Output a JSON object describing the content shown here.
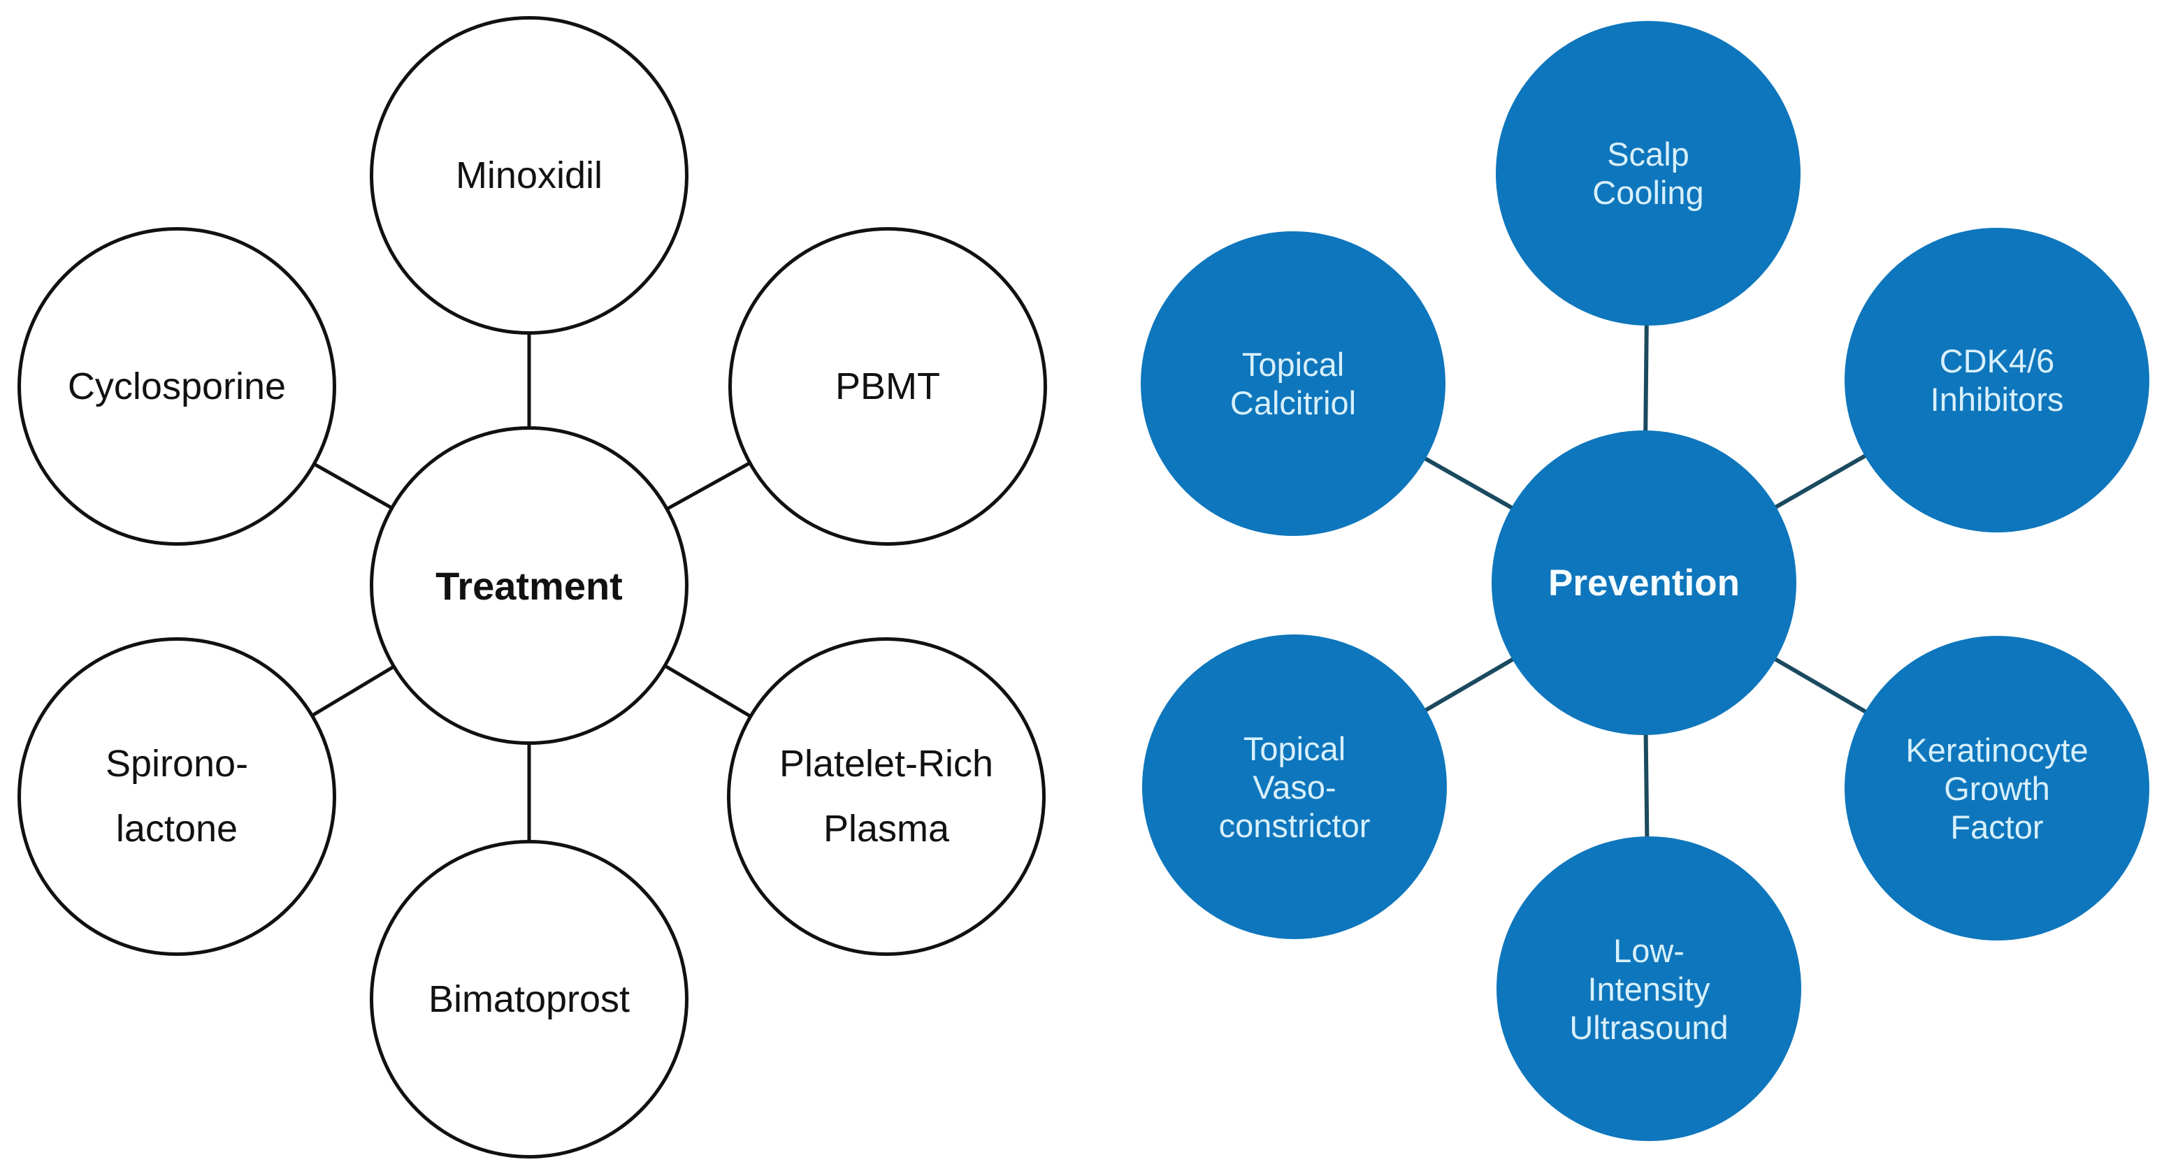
{
  "figure": {
    "description_left_hub": "Treatment",
    "description_right_hub": "Prevention"
  },
  "colors": {
    "node_fill_blue": "#0e76bc",
    "right_spoke": "#1b4a5f",
    "satellite_text": "#d8f0fb",
    "hub_text": "#f6fdff",
    "left_stroke": "#111111"
  },
  "left_diagram": {
    "center": {
      "label": "Treatment"
    },
    "satellites": [
      {
        "lines": [
          "Minoxidil"
        ]
      },
      {
        "lines": [
          "Cyclosporine"
        ]
      },
      {
        "lines": [
          "PBMT"
        ]
      },
      {
        "lines": [
          "Spirono-",
          "lactone"
        ]
      },
      {
        "lines": [
          "Platelet-Rich",
          "Plasma"
        ]
      },
      {
        "lines": [
          "Bimatoprost"
        ]
      }
    ]
  },
  "right_diagram": {
    "center": {
      "label": "Prevention"
    },
    "satellites": [
      {
        "lines": [
          "Scalp",
          "Cooling"
        ]
      },
      {
        "lines": [
          "Topical",
          "Calcitriol"
        ]
      },
      {
        "lines": [
          "CDK4/6",
          "Inhibitors"
        ]
      },
      {
        "lines": [
          "Topical",
          "Vaso-",
          "constrictor"
        ]
      },
      {
        "lines": [
          "Keratinocyte",
          "Growth",
          "Factor"
        ]
      },
      {
        "lines": [
          "Low-",
          "Intensity",
          "Ultrasound"
        ]
      }
    ]
  }
}
